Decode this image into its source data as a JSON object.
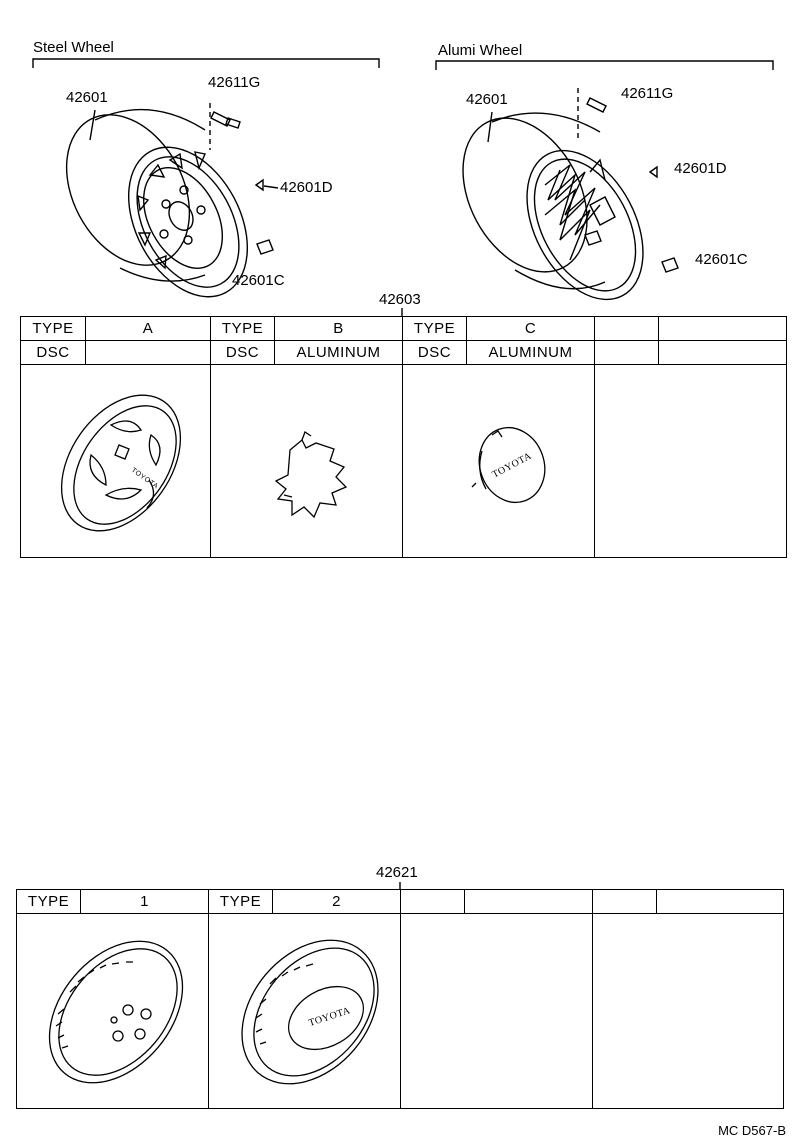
{
  "sections": {
    "steel_wheel": {
      "title": "Steel Wheel",
      "parts": {
        "rim": "42601",
        "bolt": "42611G",
        "weight": "42601D",
        "nut": "42601C"
      }
    },
    "alumi_wheel": {
      "title": "Alumi Wheel",
      "parts": {
        "rim": "42601",
        "bolt": "42611G",
        "weight": "42601D",
        "nut": "42601C"
      }
    }
  },
  "ornament_table": {
    "part_no": "42603",
    "columns": [
      {
        "type_label": "TYPE",
        "type_value": "A",
        "dsc_label": "DSC",
        "dsc_value": ""
      },
      {
        "type_label": "TYPE",
        "type_value": "B",
        "dsc_label": "DSC",
        "dsc_value": "ALUMINUM"
      },
      {
        "type_label": "TYPE",
        "type_value": "C",
        "dsc_label": "DSC",
        "dsc_value": "ALUMINUM",
        "logo": "TOYOTA"
      },
      {
        "type_label": "",
        "type_value": "",
        "dsc_label": "",
        "dsc_value": ""
      }
    ]
  },
  "cap_table": {
    "part_no": "42621",
    "columns": [
      {
        "type_label": "TYPE",
        "type_value": "1"
      },
      {
        "type_label": "TYPE",
        "type_value": "2",
        "logo": "TOYOTA"
      },
      {
        "type_label": "",
        "type_value": ""
      },
      {
        "type_label": "",
        "type_value": ""
      }
    ]
  },
  "footer": {
    "code": "MC D567-B"
  }
}
